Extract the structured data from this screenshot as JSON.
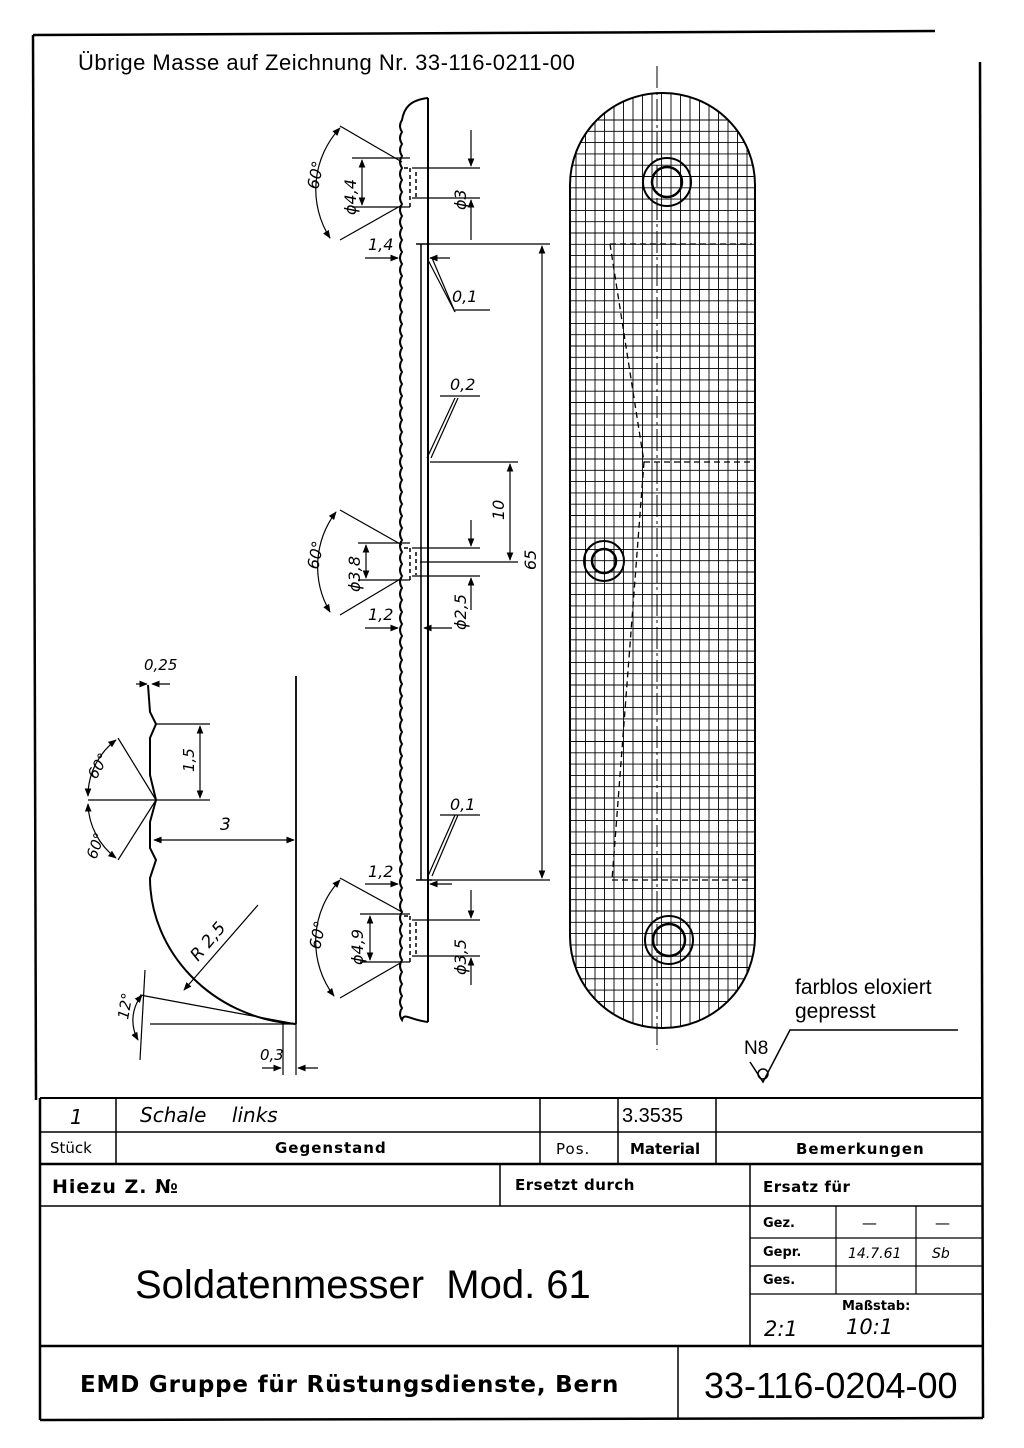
{
  "header_note": "Übrige Masse auf Zeichnung Nr. 33-116-0211-00",
  "dimensions": {
    "d_top_hole_outer": "ϕ4,4",
    "d_top_hole_inner": "ϕ3",
    "angle_top": "60°",
    "offset_top": "1,4",
    "t1": "0,1",
    "t2": "0,2",
    "d_mid_hole_outer": "ϕ3,8",
    "d_mid_hole_inner": "ϕ2,5",
    "angle_mid": "60°",
    "offset_mid": "1,2",
    "len_10": "10",
    "len_65": "65",
    "t3": "0,1",
    "offset_bottom": "1,2",
    "d_bot_hole_outer": "ϕ4,9",
    "d_bot_hole_inner": "ϕ3,5",
    "angle_bot": "60°",
    "det_025": "0,25",
    "det_15": "1,5",
    "det_60a": "60°",
    "det_60b": "60°",
    "det_3": "3",
    "det_r25": "R 2,5",
    "det_12": "12°",
    "det_03": "0,3"
  },
  "surface_note": {
    "line1": "farblos eloxiert",
    "line2": "gepresst",
    "symbol": "N8"
  },
  "parts_list": {
    "qty": "1",
    "item": "Schale    links",
    "pos": "",
    "material": "3.3535",
    "remarks": "",
    "head_qty": "Stück",
    "head_item": "Gegenstand",
    "head_pos": "Pos.",
    "head_material": "Material",
    "head_remarks": "Bemerkungen"
  },
  "title_block": {
    "hiezu": "Hiezu Z. №",
    "ersetzt": "Ersetzt durch",
    "ersatz": "Ersatz für",
    "title": "Soldatenmesser  Mod. 61",
    "gez_label": "Gez.",
    "gez_val1": "—",
    "gez_val2": "—",
    "gepr_label": "Gepr.",
    "gepr_date": "14.7.61",
    "gepr_sign": "Sb",
    "ges_label": "Ges.",
    "massstab_label": "Maßstab:",
    "scale_a": "2:1",
    "scale_b": "10:1",
    "company": "EMD Gruppe für Rüstungsdienste, Bern",
    "drawing_no": "33-116-0204-00"
  }
}
